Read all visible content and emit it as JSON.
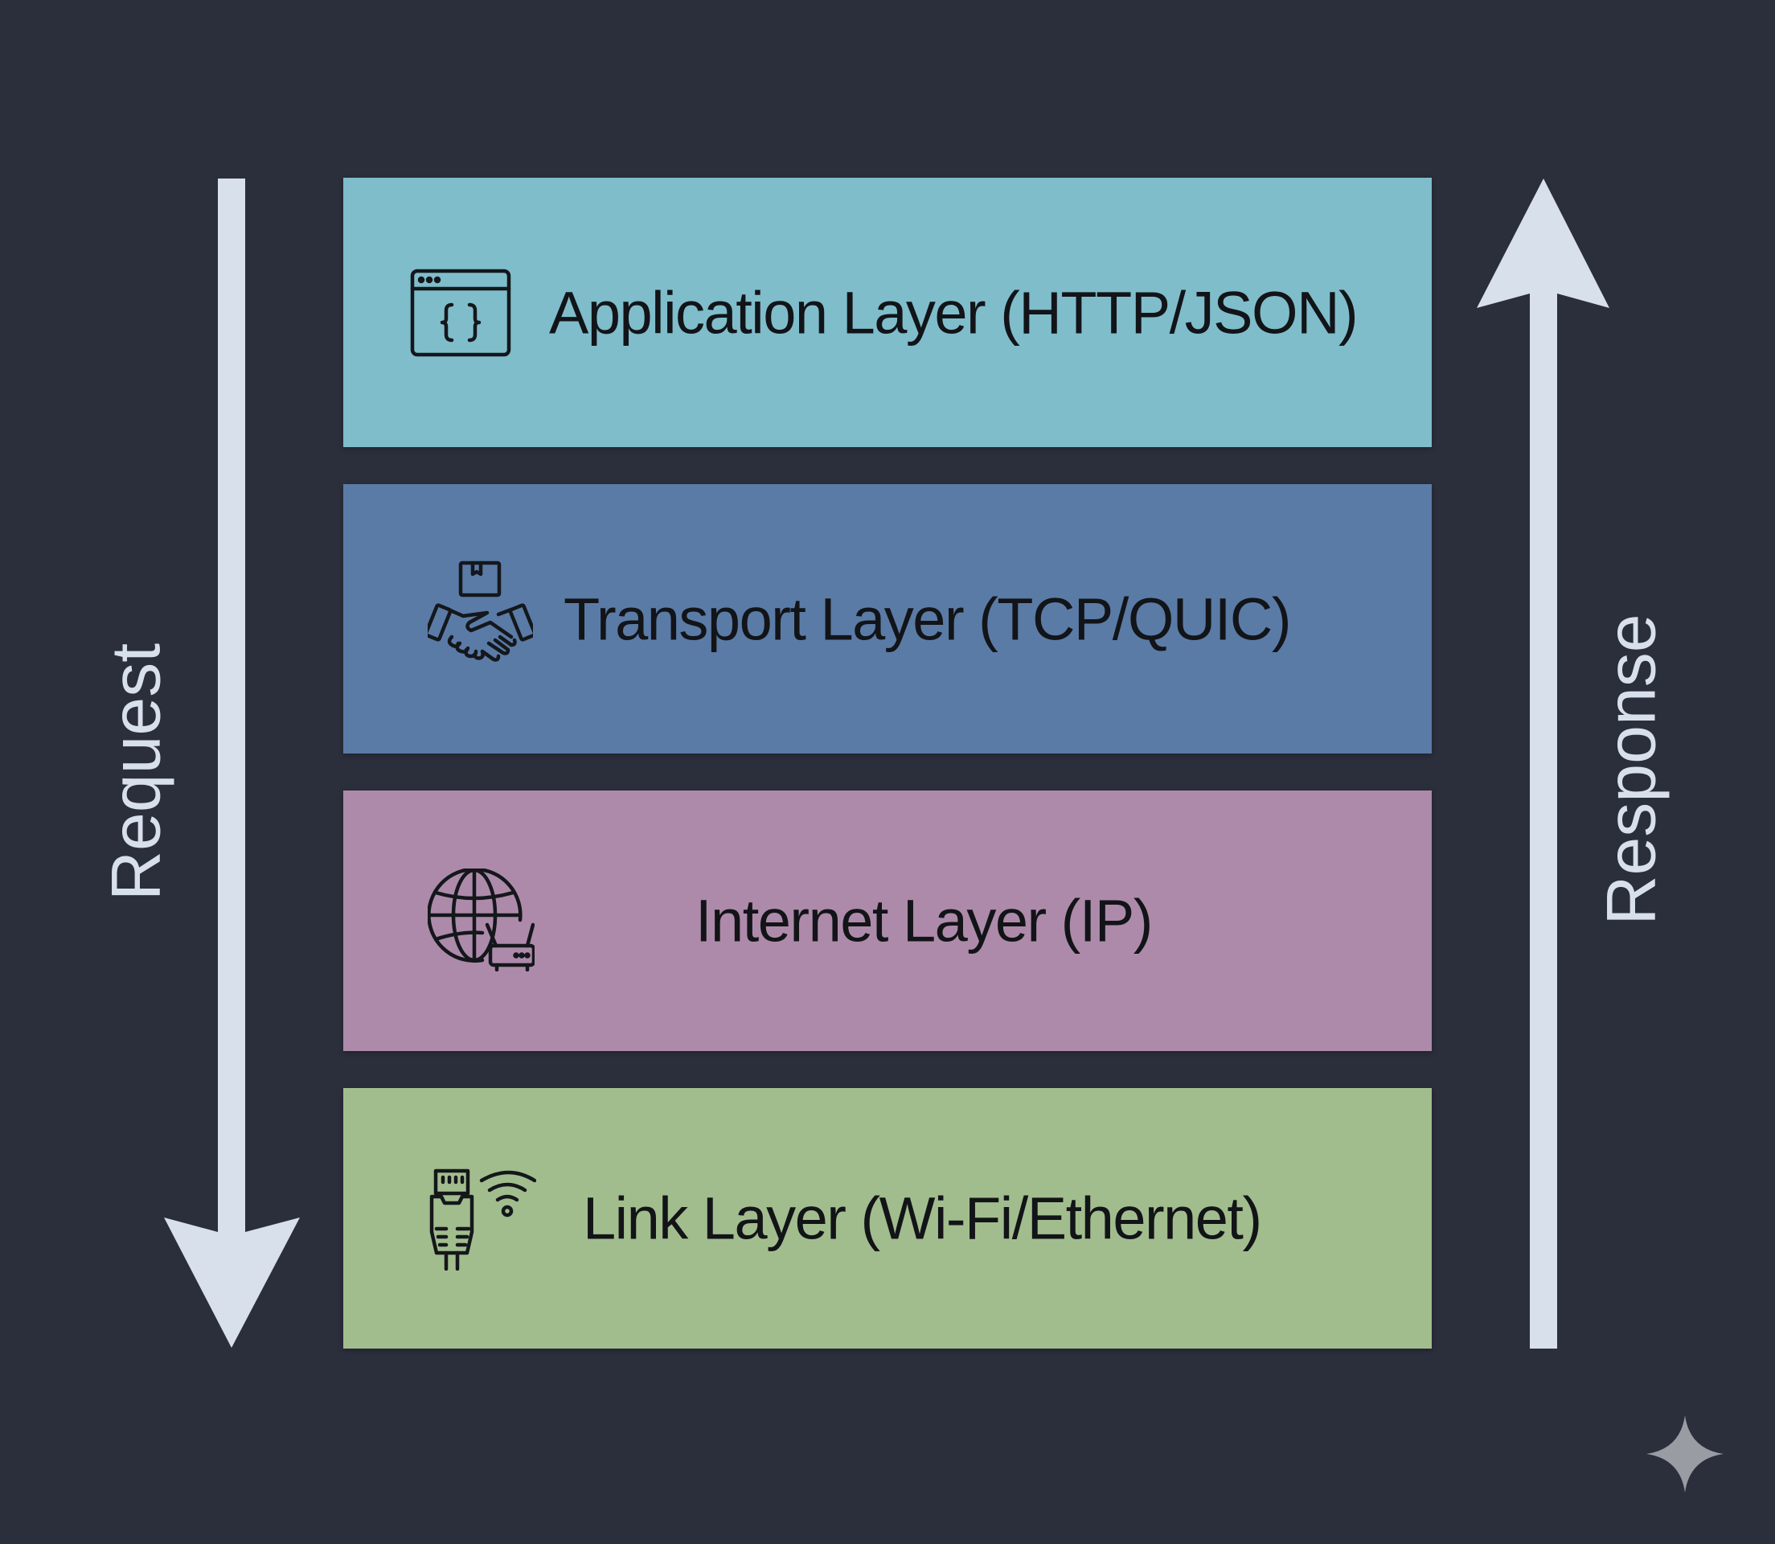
{
  "diagram": {
    "title": "Network protocol stack",
    "layers": [
      {
        "name": "Application Layer (HTTP/JSON)",
        "icon": "code-window-icon",
        "color": "#7fbdcb"
      },
      {
        "name": "Transport Layer (TCP/QUIC)",
        "icon": "handshake-package-icon",
        "color": "#5a7ba6"
      },
      {
        "name": "Internet Layer (IP)",
        "icon": "globe-router-icon",
        "color": "#ad8aaa"
      },
      {
        "name": "Link Layer (Wi-Fi/Ethernet)",
        "icon": "ethernet-wifi-icon",
        "color": "#a2bd8d"
      }
    ],
    "flows": {
      "request": {
        "label": "Request",
        "direction": "down"
      },
      "response": {
        "label": "Response",
        "direction": "up"
      }
    },
    "watermark_icon": "sparkle-icon"
  },
  "colors": {
    "background": "#2b2e3b",
    "arrow": "#d8e0ec",
    "text": "#121418",
    "sparkle": "#9a9ca3"
  }
}
